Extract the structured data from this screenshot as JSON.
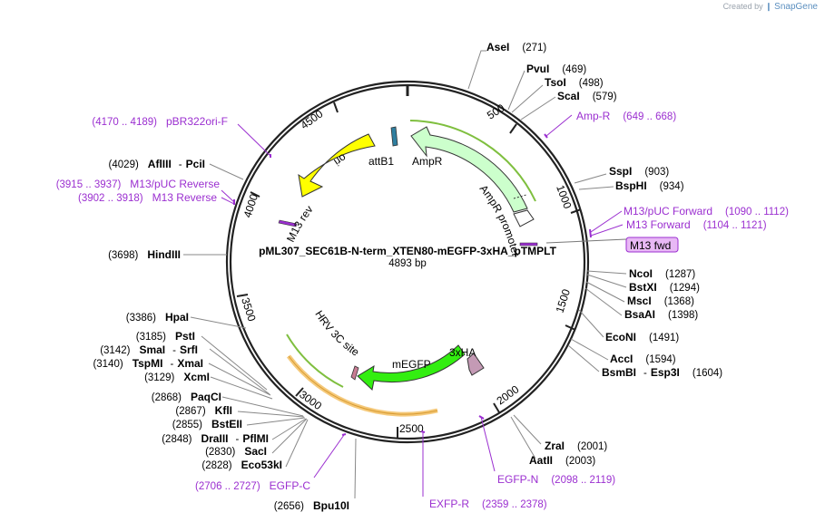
{
  "credit": {
    "prefix": "Created by",
    "brand": "SnapGene"
  },
  "plasmid": {
    "name": "pML307_SEC61B-N-term_XTEN80-mEGFP-3xHA_pTMPLT",
    "length": "4893 bp"
  },
  "ticks": [
    "500",
    "1000",
    "1500",
    "2000",
    "2500",
    "3000",
    "3500",
    "4000",
    "4500"
  ],
  "features": {
    "ori": "ori",
    "attB1": "attB1",
    "ampr": "AmpR",
    "ampr_promoter": "AmpR promoter",
    "m13_rev": "M13 rev",
    "hrv": "HRV 3C site",
    "megfp": "mEGFP",
    "ha": "3xHA",
    "m13_fwd": "M13 fwd"
  },
  "sites": {
    "asei": {
      "name": "AseI",
      "pos": "(271)"
    },
    "pvui": {
      "name": "PvuI",
      "pos": "(469)"
    },
    "tsoi": {
      "name": "TsoI",
      "pos": "(498)"
    },
    "scai": {
      "name": "ScaI",
      "pos": "(579)"
    },
    "sspi": {
      "name": "SspI",
      "pos": "(903)"
    },
    "bsphi": {
      "name": "BspHI",
      "pos": "(934)"
    },
    "ncoi": {
      "name": "NcoI",
      "pos": "(1287)"
    },
    "bstxi": {
      "name": "BstXI",
      "pos": "(1294)"
    },
    "msci": {
      "name": "MscI",
      "pos": "(1368)"
    },
    "bsaai": {
      "name": "BsaAI",
      "pos": "(1398)"
    },
    "econi": {
      "name": "EcoNI",
      "pos": "(1491)"
    },
    "acci": {
      "name": "AccI",
      "pos": "(1594)"
    },
    "bsmbi": {
      "name": "BsmBI",
      "sep": "-",
      "name2": "Esp3I",
      "pos": "(1604)"
    },
    "zrai": {
      "name": "ZraI",
      "pos": "(2001)"
    },
    "aatii": {
      "name": "AatII",
      "pos": "(2003)"
    },
    "bpu10i": {
      "pos": "(2656)",
      "name": "Bpu10I"
    },
    "eco53ki": {
      "pos": "(2828)",
      "name": "Eco53kI"
    },
    "saci": {
      "pos": "(2830)",
      "name": "SacI"
    },
    "draiii": {
      "pos": "(2848)",
      "name": "DraIII",
      "sep": "-",
      "name2": "PflMI"
    },
    "bsteii": {
      "pos": "(2855)",
      "name": "BstEII"
    },
    "kfli": {
      "pos": "(2867)",
      "name": "KflI"
    },
    "paqci": {
      "pos": "(2868)",
      "name": "PaqCI"
    },
    "xcmi": {
      "pos": "(3129)",
      "name": "XcmI"
    },
    "tspmi": {
      "pos": "(3140)",
      "name": "TspMI",
      "sep": "-",
      "name2": "XmaI"
    },
    "smai": {
      "pos": "(3142)",
      "name": "SmaI",
      "sep": "-",
      "name2": "SrfI"
    },
    "psti": {
      "pos": "(3185)",
      "name": "PstI"
    },
    "hpai": {
      "pos": "(3386)",
      "name": "HpaI"
    },
    "hindiii": {
      "pos": "(3698)",
      "name": "HindIII"
    },
    "aflIII": {
      "pos": "(4029)",
      "name": "AflIII",
      "sep": "-",
      "name2": "PciI"
    }
  },
  "primers": {
    "ampr": {
      "name": "Amp-R",
      "range": "(649 .. 668)"
    },
    "m13puc_fwd": {
      "name": "M13/pUC Forward",
      "range": "(1090 .. 1112)"
    },
    "m13_fwd": {
      "name": "M13 Forward",
      "range": "(1104 .. 1121)"
    },
    "egfp_n": {
      "name": "EGFP-N",
      "range": "(2098 .. 2119)"
    },
    "exfp_r": {
      "name": "EXFP-R",
      "range": "(2359 .. 2378)"
    },
    "egfp_c": {
      "range": "(2706 .. 2727)",
      "name": "EGFP-C"
    },
    "m13puc_rev": {
      "range": "(3915 .. 3937)",
      "name": "M13/pUC Reverse"
    },
    "m13_rev": {
      "range": "(3902 .. 3918)",
      "name": "M13 Reverse"
    },
    "pbr322": {
      "range": "(4170 .. 4189)",
      "name": "pBR322ori-F"
    }
  },
  "colors": {
    "backbone": "#222222",
    "ori": "#ffff00",
    "ampr": "#ccffcc",
    "ampr_stroke": "#3a8a1a",
    "megfp": "#33ee11",
    "hrv": "#c87c93",
    "ha": "#c49ab5",
    "attb1": "#2f7fa0",
    "primer": "#9b2fd0",
    "primer_box": "#e8b8f5"
  }
}
